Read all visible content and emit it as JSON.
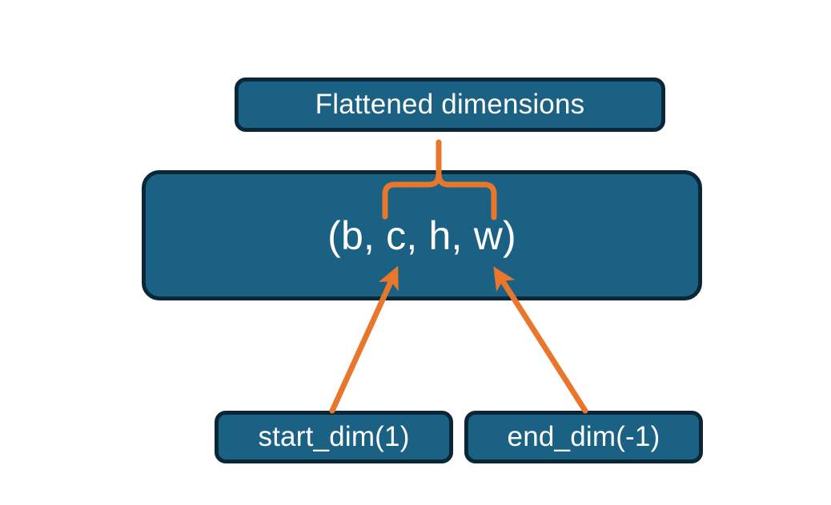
{
  "diagram": {
    "title_node": {
      "label": "Flattened dimensions"
    },
    "shape_node": {
      "label": "(b, c, h, w)"
    },
    "start_node": {
      "label": "start_dim(1)"
    },
    "end_node": {
      "label": "end_dim(-1)"
    },
    "connectors": {
      "brace_label": "flattened-range-brace",
      "start_arrow_label": "start-dim-arrow",
      "end_arrow_label": "end-dim-arrow"
    },
    "colors": {
      "node_fill": "#1b6183",
      "node_border": "#0a2738",
      "node_text": "#ffffff",
      "connector": "#e8762c",
      "background": "#ffffff"
    }
  }
}
